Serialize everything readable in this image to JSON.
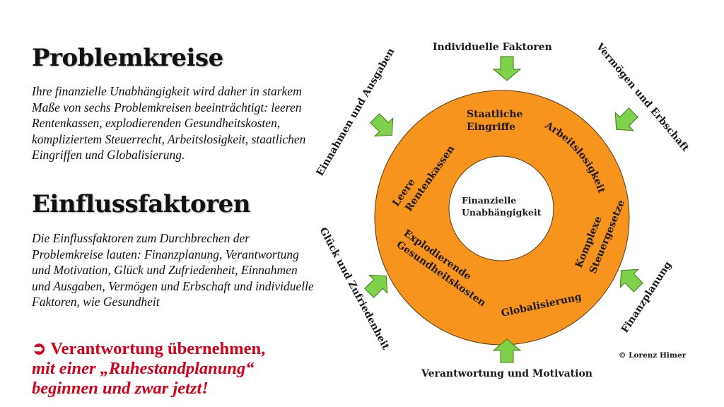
{
  "left": {
    "title1": "Problemkreise",
    "text1": "Ihre finanzielle Unabhängigkeit wird daher in starkem Maße von sechs Problemkreisen beeinträchtigt: leeren Rentenkassen, explodierenden Gesundheitskosten, kompliziertem Steuerrecht, Arbeitslosigkeit, staatlichen Eingriffen und Globalisierung.",
    "title2": "Einflussfaktoren",
    "text2": "Die Einflussfaktoren zum Durchbrechen der Problemkreise lauten: Finanzplanung, Verantwortung und Motivation, Glück und Zufriedenheit, Einnahmen und Ausgaben, Vermögen und Erbschaft und individuelle Faktoren, wie Gesundheit",
    "cta_arrow": "➲",
    "cta_line1": "Verantwortung übernehmen,",
    "cta_line2": "mit einer „Ruhestandplanung“",
    "cta_line3": "beginnen und zwar jetzt!"
  },
  "diagram": {
    "center": {
      "line1": "Finanzielle",
      "line2": "Unabhängigkeit"
    },
    "ring": {
      "staatliche1": "Staatliche",
      "staatliche2": "Eingriffe",
      "arbeitslos": "Arbeitslosigkeit",
      "komplexe1": "Komplexe",
      "komplexe2": "Steuergesetze",
      "global": "Globalisierung",
      "explod1": "Explodierende",
      "explod2": "Gesundheitskosten",
      "leere1": "Leere",
      "leere2": "Rentenkassen"
    },
    "outer": {
      "top": "Individuelle Faktoren",
      "topright": "Vermögen und Erbschaft",
      "bottomright": "Finanzplanung",
      "bottom": "Verantwortung und Motivation",
      "bottomleft": "Glück und Zufriedenheit",
      "topleft": "Einnahmen und Ausgaben"
    },
    "copyright": "© Lorenz Himer"
  },
  "colors": {
    "ring": "#f7941d",
    "ring_stroke": "#5a3a12",
    "arrow": "#7fd14a",
    "arrow_stroke": "#3b7a1a",
    "cta": "#d4001a"
  }
}
